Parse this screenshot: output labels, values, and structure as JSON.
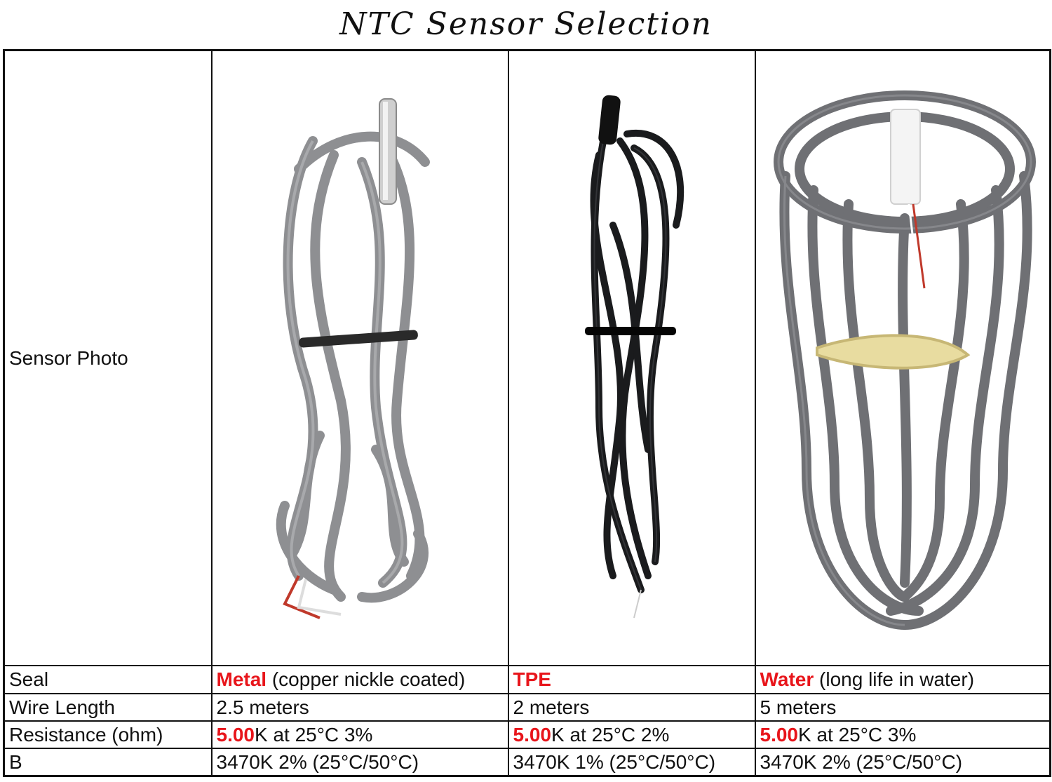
{
  "title": "NTC Sensor Selection",
  "row_labels": {
    "photo": "Sensor Photo",
    "seal": "Seal",
    "wire_length": "Wire Length",
    "resistance": "Resistance (ohm)",
    "b": "B"
  },
  "sensors": [
    {
      "seal_type": "Metal",
      "seal_note": " (copper nickle coated)",
      "wire_length": "2.5 meters",
      "resistance_value": "5.00",
      "resistance_rest": "K at 25°C 3%",
      "b": "3470K 2% (25°C/50°C)",
      "cable_color": "#8e8f92",
      "probe_color": "#c9c9c9"
    },
    {
      "seal_type": "TPE",
      "seal_note": "",
      "wire_length": "2 meters",
      "resistance_value": "5.00",
      "resistance_rest": "K at 25°C 2%",
      "b": "3470K 1% (25°C/50°C)",
      "cable_color": "#1a1b1d",
      "probe_color": "#111111"
    },
    {
      "seal_type": "Water",
      "seal_note": " (long life in water)",
      "wire_length": "5 meters",
      "resistance_value": "5.00",
      "resistance_rest": "K at 25°C 3%",
      "b": "3470K 2% (25°C/50°C)",
      "cable_color": "#6f7074",
      "probe_color": "#f4f4f4"
    }
  ],
  "accent_color": "#e8151b"
}
